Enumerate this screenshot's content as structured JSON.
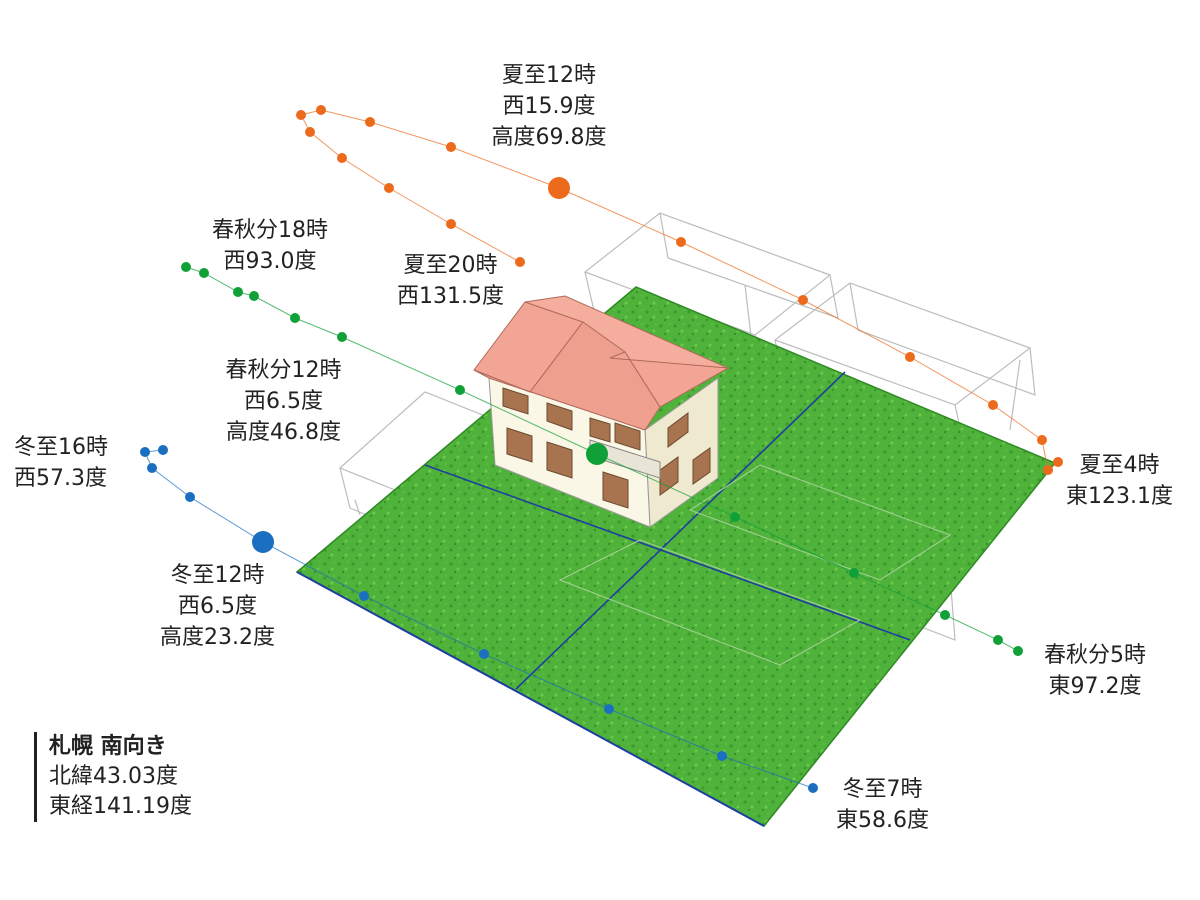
{
  "colors": {
    "summer": "#ec6a1c",
    "equinox": "#10a038",
    "winter": "#1a6fc0",
    "grass": "#4fb23a",
    "grass_dark": "#2e8a24",
    "roof": "#f2a595",
    "wall": "#fbf7e6",
    "outline": "#b8b8b8",
    "divider": "#1d3fa0"
  },
  "sun_paths": {
    "summer": {
      "noon": [
        "夏至12時",
        "西15.9度",
        "高度69.8度"
      ],
      "evening": [
        "夏至20時",
        "西131.5度"
      ],
      "morning": [
        "夏至4時",
        "東123.1度"
      ]
    },
    "equinox": {
      "noon": [
        "春秋分12時",
        "西6.5度",
        "高度46.8度"
      ],
      "evening": [
        "春秋分18時",
        "西93.0度"
      ],
      "morning": [
        "春秋分5時",
        "東97.2度"
      ]
    },
    "winter": {
      "noon": [
        "冬至12時",
        "西6.5度",
        "高度23.2度"
      ],
      "evening": [
        "冬至16時",
        "西57.3度"
      ],
      "morning": [
        "冬至7時",
        "東58.6度"
      ]
    }
  },
  "location": {
    "title": "札幌 南向き",
    "latitude": "北緯43.03度",
    "longitude": "東経141.19度"
  }
}
